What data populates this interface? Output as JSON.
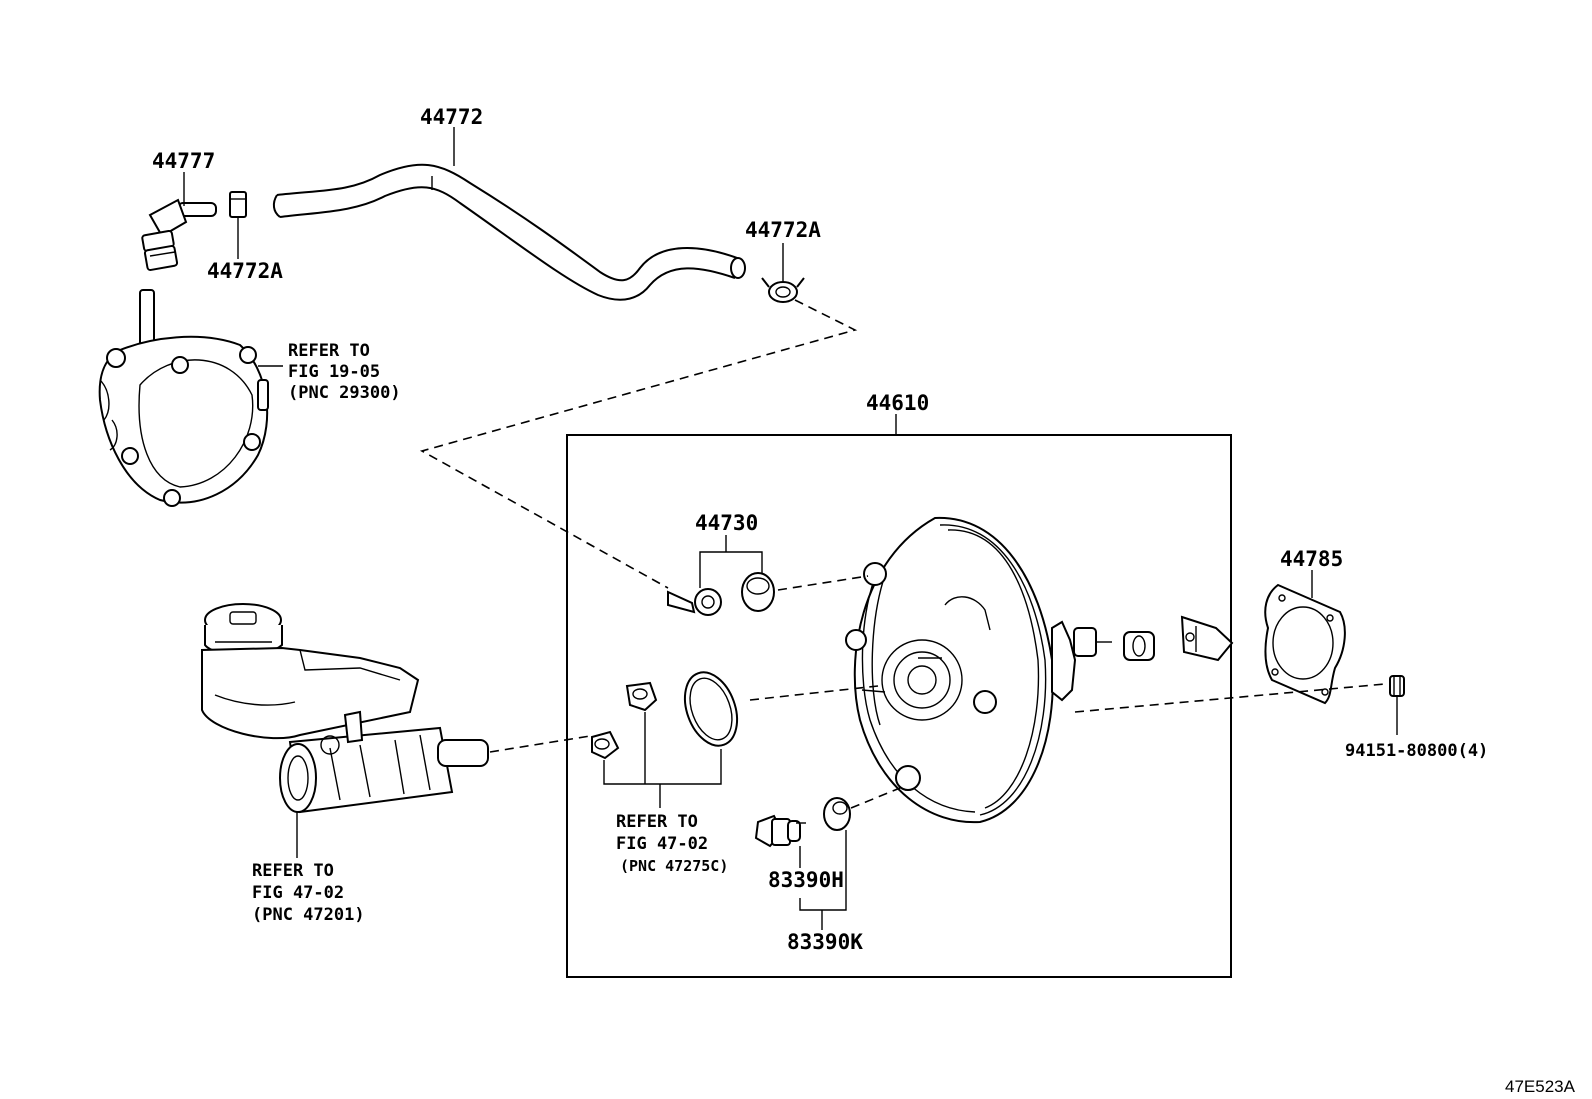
{
  "figure_id": "47E523A",
  "parts": {
    "p44777": "44777",
    "p44772": "44772",
    "p44772A_left": "44772A",
    "p44772A_right": "44772A",
    "p44610": "44610",
    "p44730": "44730",
    "p44785": "44785",
    "p94151": "94151-80800(4)",
    "p83390H": "83390H",
    "p83390K": "83390K"
  },
  "refs": {
    "vacuum_pump": {
      "line1": "REFER TO",
      "line2": "FIG 19-05",
      "line3": "(PNC 29300)"
    },
    "master_cylinder": {
      "line1": "REFER TO",
      "line2": "FIG 47-02",
      "line3": "(PNC 47201)"
    },
    "grommet_seal": {
      "line1": "REFER TO",
      "line2": "FIG 47-02",
      "line3": "(PNC 47275C)"
    }
  }
}
